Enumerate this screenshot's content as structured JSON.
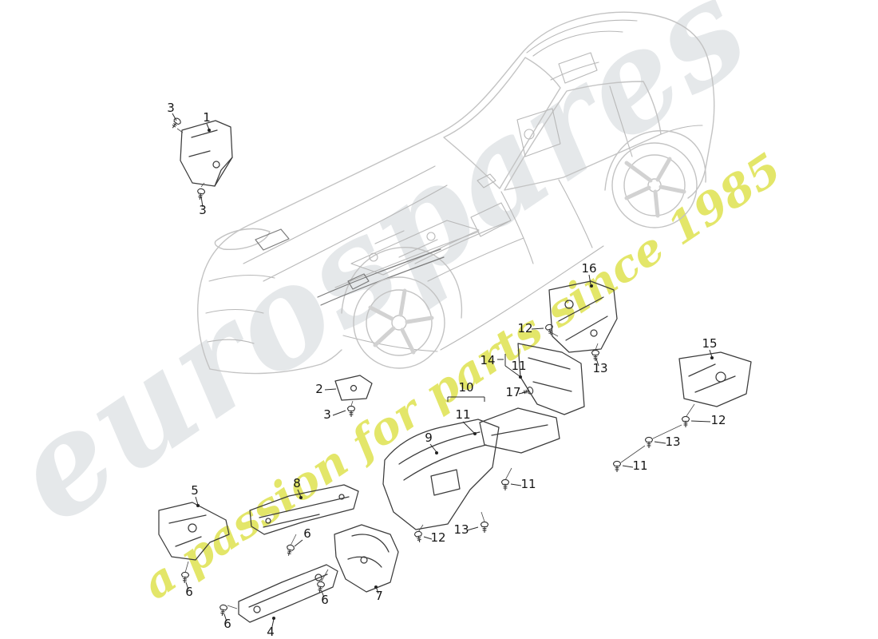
{
  "page": {
    "background_color": "#ffffff",
    "description_label": "exploded parts diagram - heat shields on vehicle body"
  },
  "watermark": {
    "brand": "eurospares",
    "tagline": "a passion for parts since 1985",
    "brand_color": "#ccd2d6",
    "tagline_color": "#dde144"
  },
  "diagram": {
    "part_line_color": "#3b3b3b",
    "vehicle_line_color": "#c3c3c3",
    "callouts": [
      {
        "label": "3"
      },
      {
        "label": "1"
      },
      {
        "label": "3"
      },
      {
        "label": "2"
      },
      {
        "label": "3"
      },
      {
        "label": "16"
      },
      {
        "label": "12"
      },
      {
        "label": "14"
      },
      {
        "label": "11"
      },
      {
        "label": "13"
      },
      {
        "label": "15"
      },
      {
        "label": "17"
      },
      {
        "label": "10"
      },
      {
        "label": "11"
      },
      {
        "label": "12"
      },
      {
        "label": "13"
      },
      {
        "label": "9"
      },
      {
        "label": "11"
      },
      {
        "label": "11"
      },
      {
        "label": "5"
      },
      {
        "label": "8"
      },
      {
        "label": "13"
      },
      {
        "label": "12"
      },
      {
        "label": "6"
      },
      {
        "label": "6"
      },
      {
        "label": "6"
      },
      {
        "label": "7"
      },
      {
        "label": "4"
      },
      {
        "label": "6"
      }
    ]
  }
}
